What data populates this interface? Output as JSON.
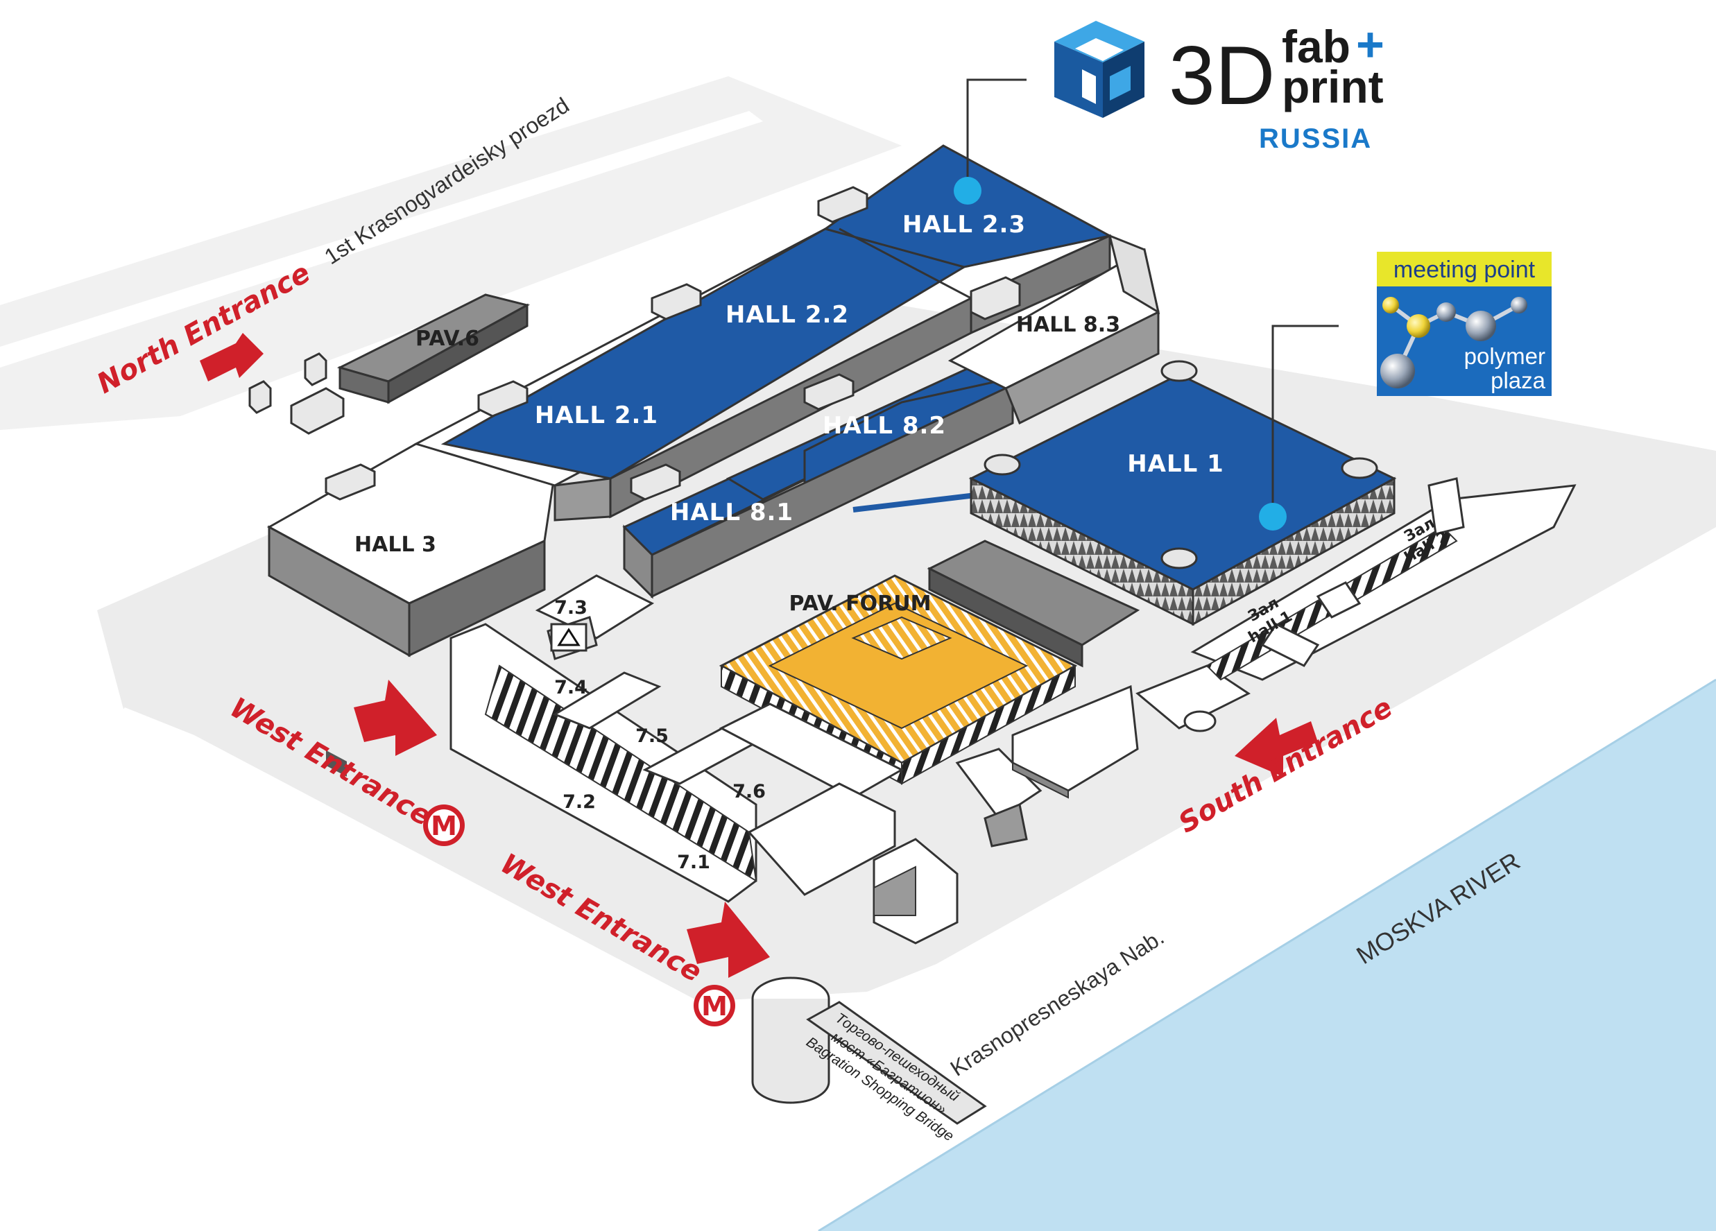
{
  "colors": {
    "hall_blue": "#1f5aa6",
    "forum_yellow": "#f2b233",
    "entrance_red": "#d0202a",
    "river_blue": "#bfe0f2",
    "logo_blue": "#1a79c9",
    "marker_cyan": "#22aee6"
  },
  "halls": {
    "h23": "HALL 2.3",
    "h22": "HALL 2.2",
    "h21": "HALL 2.1",
    "h83": "HALL 8.3",
    "h82": "HALL 8.2",
    "h81": "HALL 8.1",
    "h1": "HALL 1",
    "h3": "HALL 3",
    "pav6": "PAV.6",
    "forum": "PAV. FORUM"
  },
  "zones": {
    "z73": "7.3",
    "z74": "7.4",
    "z75": "7.5",
    "z76": "7.6",
    "z72": "7.2",
    "z71": "7.1"
  },
  "entrances": {
    "north": "North Entrance",
    "west_upper": "West Entrance",
    "west_lower": "West Entrance",
    "south": "South Entrance"
  },
  "metro_symbol": "M",
  "roads": {
    "north": "1st Krasnogvardeisky proezd",
    "south": "Krasnopresneskaya Nab.",
    "river": "MOSKVA RIVER"
  },
  "zal_labels": {
    "zal1_top": "Зал",
    "zal1_bottom": "hall 1",
    "zal2_top": "Зал",
    "zal2_bottom": "hall 2"
  },
  "bridge": {
    "line1": "Торгово-пешеходный",
    "line2": "мост «Багратион»",
    "line3": "Bagration Shopping Bridge"
  },
  "logo": {
    "big": "3D",
    "fab": "fab",
    "plus": "+",
    "print": "print",
    "country": "RUSSIA",
    "icon": "cube-maze-icon"
  },
  "meeting_point": {
    "title": "meeting point",
    "sub1": "polymer",
    "sub2": "plaza",
    "icon": "molecule-icon"
  }
}
